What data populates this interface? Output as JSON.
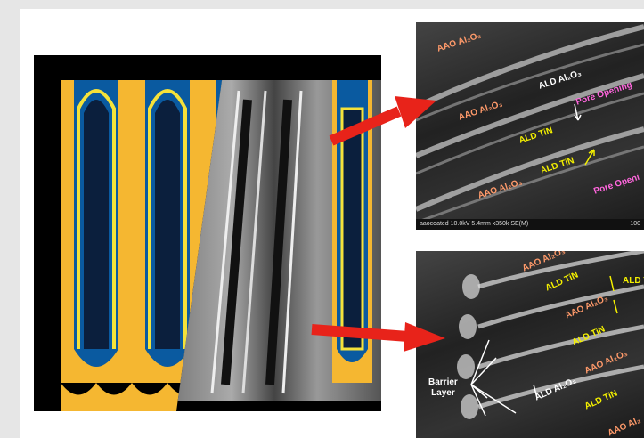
{
  "top_panel": {
    "labels": {
      "aao1": "AAO Al₂O₃",
      "ald_al2o3": "ALD Al₂O₃",
      "aao2": "AAO Al₂O₃",
      "pore1": "Pore Opening",
      "ald_tin1": "ALD TiN",
      "ald_tin2": "ALD TiN",
      "aao3": "AAO Al₂O₃",
      "pore2": "Pore Openi"
    },
    "caption": "aaocoated 10.0kV 5.4mm x350k SE(M)",
    "caption_right": "100"
  },
  "bottom_panel": {
    "labels": {
      "aao1": "AAO Al₂O₃",
      "ald_tin1": "ALD TiN",
      "ald_t": "ALD T",
      "aao2": "AAO Al₂O₃",
      "ald_tin2": "ALD TiN",
      "barrier": "Barrier\nLayer",
      "aao3": "AAO Al₂O₃",
      "ald_al2o3": "ALD Al₂O₃",
      "ald_tin3": "ALD TiN",
      "aao4": "AAO Al₂"
    }
  },
  "colors": {
    "ald_tin": "#f4f000",
    "aao": "#ff9a6a",
    "pore": "#ff66dd",
    "arrow": "#e8231a",
    "tube_yellow": "#f5b731",
    "tube_blue": "#0a5aa0"
  }
}
